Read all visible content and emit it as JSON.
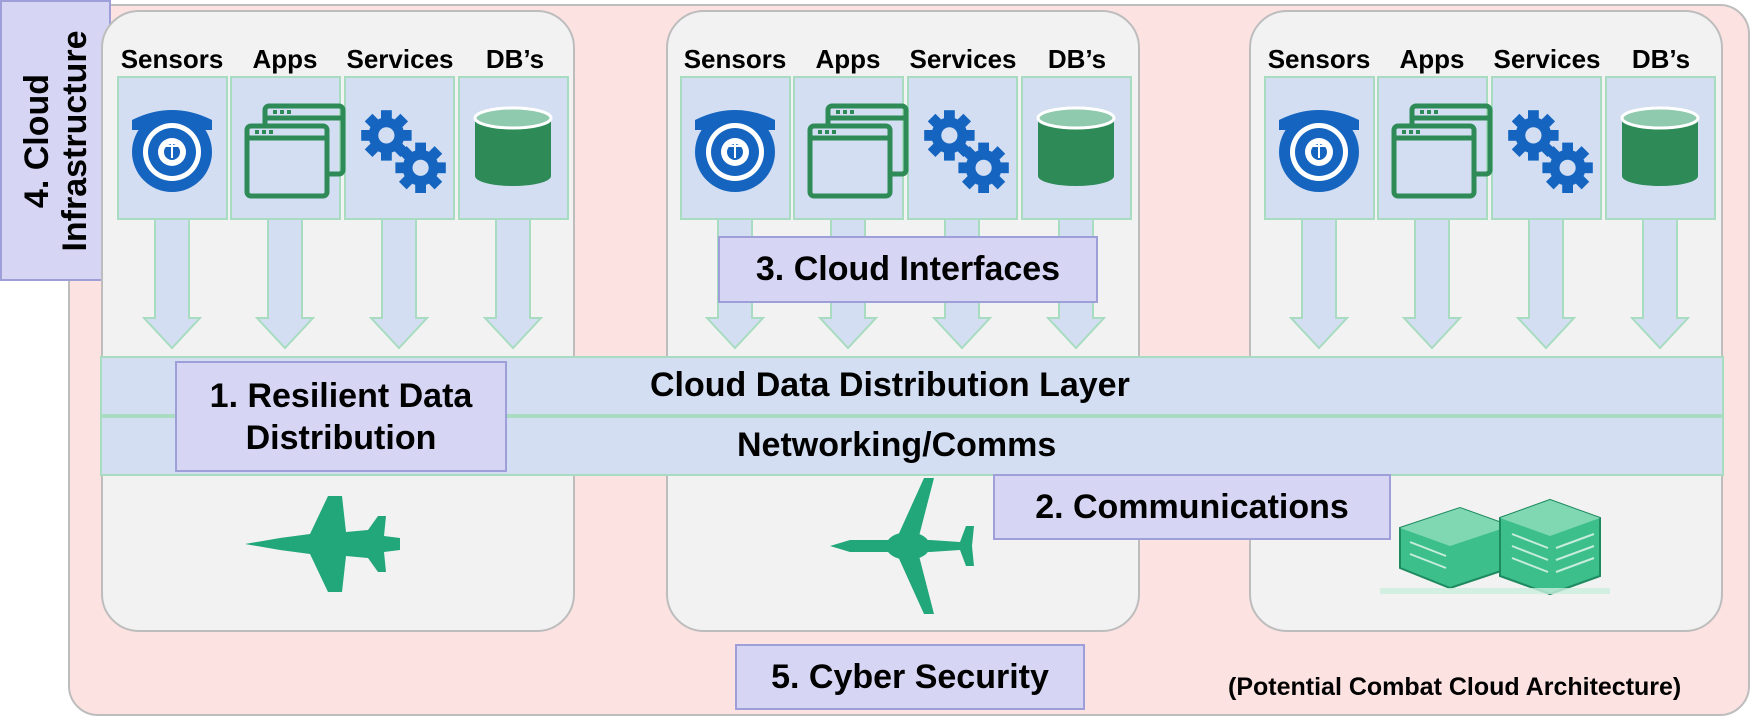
{
  "infrastructure_label": "4. Cloud Infrastructure",
  "infrastructure_lines": [
    "4. Cloud",
    "Infrastructure"
  ],
  "column_headers": [
    "Sensors",
    "Apps",
    "Services",
    "DB’s"
  ],
  "layers": {
    "distribution": "Cloud Data Distribution Layer",
    "networking": "Networking/Comms"
  },
  "callouts": {
    "resilient_line1": "1. Resilient Data",
    "resilient_line2": "Distribution",
    "communications": "2. Communications",
    "interfaces": "3. Cloud Interfaces",
    "cyber": "5. Cyber Security"
  },
  "caption": "(Potential Combat Cloud Architecture)",
  "platforms": [
    "fighter-jet",
    "awacs-aircraft",
    "ground-facility"
  ],
  "colors": {
    "outer_bg": "#fde2e2",
    "panel_bg": "#f2f2f2",
    "box_fill": "#d3def2",
    "box_border": "#a8dcc0",
    "tag_fill": "#d6d6f4",
    "tag_border": "#9e9ed8",
    "icon_blue": "#1565c0",
    "icon_green": "#2e8b57",
    "platform_green": "#22a77a"
  }
}
